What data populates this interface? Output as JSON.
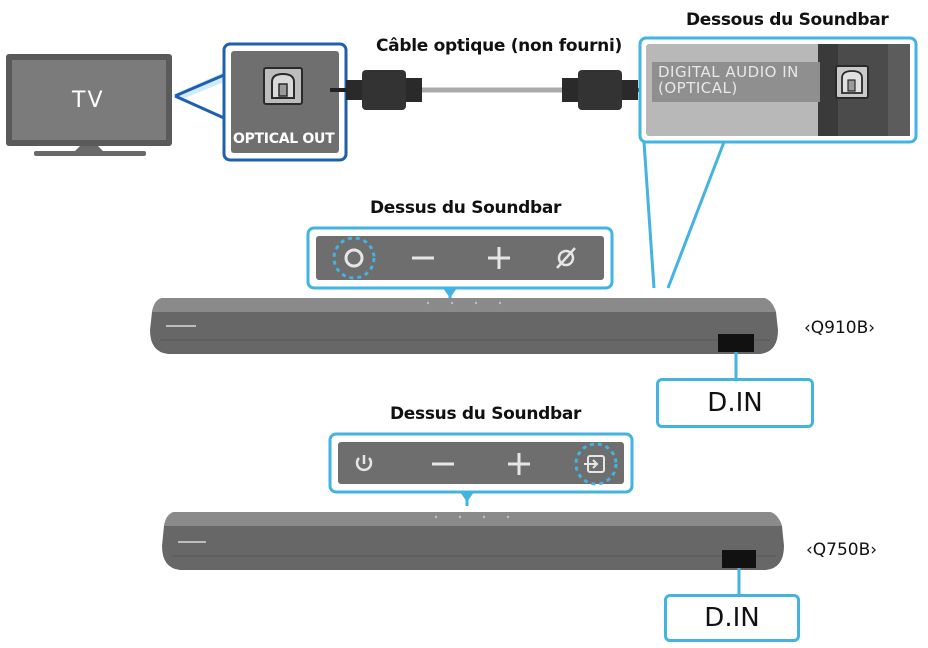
{
  "labels": {
    "tv": "TV",
    "optical_out": "OPTICAL OUT",
    "cable": "Câble optique (non fourni)",
    "bottom_title": "Dessous du Soundbar",
    "digital_audio_in_line1": "DIGITAL AUDIO IN",
    "digital_audio_in_line2": "(OPTICAL)",
    "top_title_1": "Dessus du Soundbar",
    "top_title_2": "Dessus du Soundbar",
    "model_1": "‹Q910B›",
    "model_2": "‹Q750B›",
    "din_1": "D.IN",
    "din_2": "D.IN"
  },
  "icons": {
    "panel_1": [
      "power-ring-icon",
      "minus-icon",
      "plus-icon",
      "mic-off-icon"
    ],
    "panel_2": [
      "power-icon",
      "minus-icon",
      "plus-icon",
      "source-input-icon"
    ]
  },
  "colors": {
    "accent": "#43b3e2",
    "panel": "#6e6e6e",
    "tv_body": "#7a7a7a",
    "soundbar": "#6a6a6a"
  }
}
